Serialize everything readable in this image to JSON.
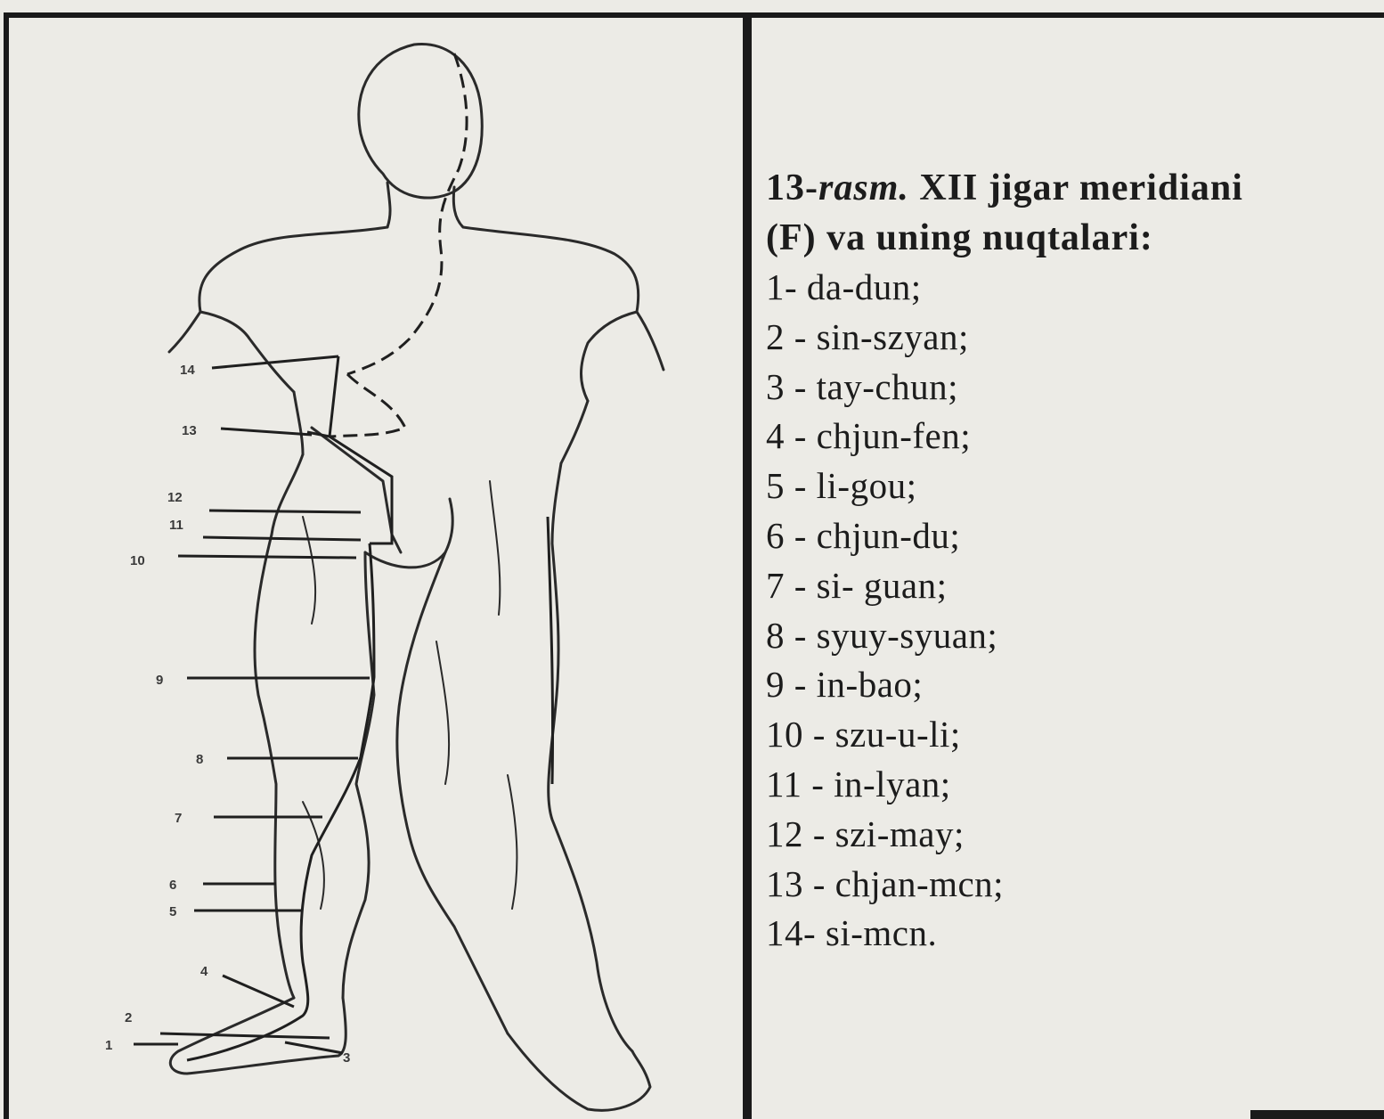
{
  "caption": {
    "figure_number": "13-",
    "figure_word": "rasm.",
    "title_rest": " XII jigar meridiani",
    "title_line2": "(F) va uning nuqtalari:"
  },
  "points": [
    "1- da-dun;",
    "2 - sin-szyan;",
    "3 - tay-chun;",
    "4 - chjun-fen;",
    "5 - li-gou;",
    "6 - chjun-du;",
    "7 - si- guan;",
    "8 - syuy-syuan;",
    "9 - in-bao;",
    "10 - szu-u-li;",
    "11 - in-lyan;",
    "12 - szi-may;",
    "13 - chjan-mcn;",
    "14- si-mcn."
  ],
  "figure_labels": [
    "14",
    "13",
    "12",
    "11",
    "10",
    "9",
    "8",
    "7",
    "6",
    "5",
    "4",
    "2",
    "1",
    "3"
  ]
}
